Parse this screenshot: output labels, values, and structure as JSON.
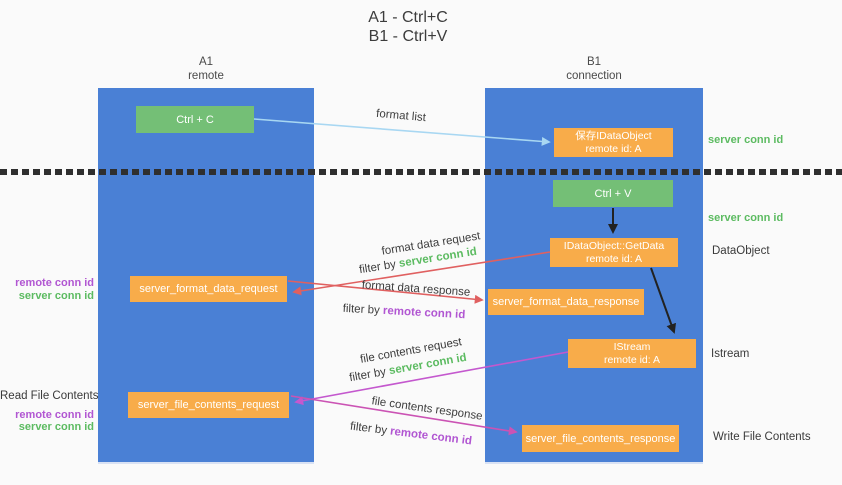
{
  "title": {
    "line1": "A1 - Ctrl+C",
    "line2": "B1 - Ctrl+V"
  },
  "lanes": {
    "left": {
      "id": "A1",
      "role": "remote"
    },
    "right": {
      "id": "B1",
      "role": "connection"
    }
  },
  "nodes": {
    "ctrl_c": {
      "label": "Ctrl + C"
    },
    "ctrl_v": {
      "label": "Ctrl + V"
    },
    "save_dataobject": {
      "line1": "保存IDataObject",
      "line2": "remote id: A"
    },
    "getdata": {
      "line1": "IDataObject::GetData",
      "line2": "remote id: A"
    },
    "istream": {
      "line1": "IStream",
      "line2": "remote id: A"
    },
    "server_format_data_request": {
      "label": "server_format_data_request"
    },
    "server_format_data_response": {
      "label": "server_format_data_response"
    },
    "server_file_contents_request": {
      "label": "server_file_contents_request"
    },
    "server_file_contents_response": {
      "label": "server_file_contents_response"
    }
  },
  "edges": {
    "format_list": {
      "label": "format list"
    },
    "format_data_request": {
      "label": "format data request",
      "filter_prefix": "filter by",
      "filter_key": "server conn id"
    },
    "format_data_response": {
      "label": "format data response",
      "filter_prefix": "filter by",
      "filter_key": "remote conn id"
    },
    "file_contents_request": {
      "label": "file contents request",
      "filter_prefix": "filter by",
      "filter_key": "server conn id"
    },
    "file_contents_response": {
      "label": "file contents response",
      "filter_prefix": "filter by",
      "filter_key": "remote conn id"
    }
  },
  "annotations": {
    "right_server_conn_id_top": "server conn id",
    "right_server_conn_id_mid": "server conn id",
    "right_dataobject": "DataObject",
    "right_istream": "Istream",
    "right_write_file_contents": "Write File Contents",
    "left_top": {
      "remote_conn_id": "remote conn id",
      "server_conn_id": "server conn id"
    },
    "left_bottom": {
      "read_file_contents": "Read File Contents",
      "remote_conn_id": "remote conn id",
      "server_conn_id": "server conn id"
    }
  },
  "colors": {
    "lane_blue": "#4a80d5",
    "node_orange": "#f8ac4a",
    "node_green": "#74bf76",
    "arrow_lightblue": "#a8d7f2",
    "arrow_red": "#e06060",
    "arrow_magenta": "#c458ce",
    "arrow_pink": "#cb53b4",
    "arrow_black": "#222222",
    "text_green": "#5cbb61",
    "text_purple": "#b156d2"
  }
}
